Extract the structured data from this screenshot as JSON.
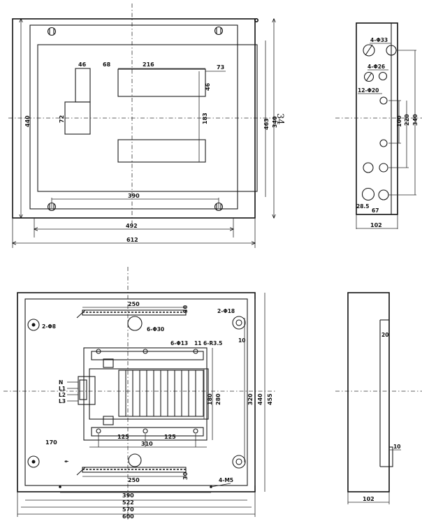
{
  "top_front": {
    "overall_height": "440",
    "rail_width_46": "46",
    "rail_gap_68": "68",
    "rail_length_216": "216",
    "rail_end_73": "73",
    "rail_height_46": "46",
    "side_block_72": "72",
    "inner_span_183": "183",
    "hole_spacing_390": "390",
    "width_492": "492",
    "width_612": "612",
    "right_463": "463",
    "right_340": "340",
    "note_34": "34"
  },
  "top_side": {
    "holes_4_33": "4-Φ33",
    "holes_4_26": "4-Φ26",
    "holes_12_20": "12-Φ20",
    "dim_100": "100",
    "dim_220": "220",
    "dim_340": "340",
    "dim_28_5": "28.5",
    "dim_67": "67",
    "depth_102": "102"
  },
  "bottom_front": {
    "rail_250_top": "250",
    "rail_30_top": "30",
    "holes_2_18": "2-Φ18",
    "holes_2_8": "2-Φ8",
    "holes_6_30": "6-Φ30",
    "holes_6_13": "6-Φ13",
    "dim_11": "11",
    "slots_6_r3_5": "6-R3.5",
    "dim_10": "10",
    "terminal_n": "N",
    "terminal_l1": "L1",
    "terminal_l2": "L2",
    "terminal_l3": "L3",
    "dim_180": "180",
    "dim_280": "280",
    "dim_320": "320",
    "dim_440": "440",
    "dim_455": "455",
    "dim_125_left": "125",
    "dim_125_right": "125",
    "dim_310": "310",
    "dim_170": "170",
    "rail_250_bottom": "250",
    "rail_30_bottom": "30",
    "holes_4_m5": "4-M5",
    "width_390": "390",
    "width_522": "522",
    "width_570": "570",
    "width_600": "600"
  },
  "bottom_side": {
    "dim_20": "20",
    "dim_10": "10",
    "depth_102": "102"
  }
}
